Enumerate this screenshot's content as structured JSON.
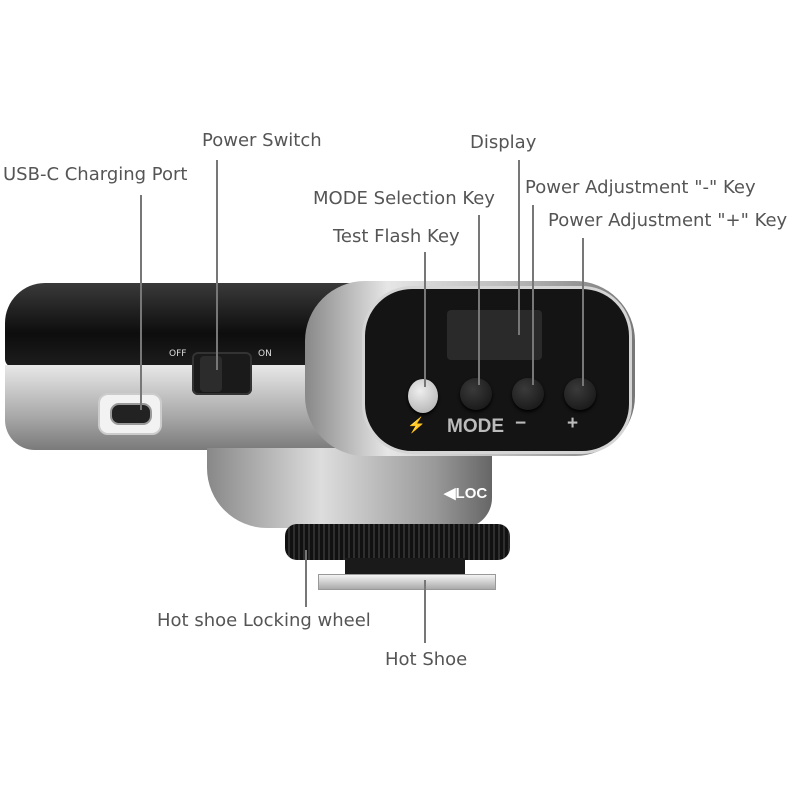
{
  "labels": {
    "usb_c": "USB-C Charging Port",
    "power_switch": "Power Switch",
    "display": "Display",
    "mode_key": "MODE Selection Key",
    "power_minus": "Power Adjustment \"-\" Key",
    "test_flash": "Test Flash Key",
    "power_plus": "Power Adjustment \"+\" Key",
    "locking_wheel": "Hot shoe Locking wheel",
    "hot_shoe": "Hot Shoe"
  },
  "device": {
    "switch_off": "OFF",
    "switch_on": "ON",
    "mode_text": "MODE",
    "minus_text": "−",
    "plus_text": "+",
    "flash_icon": "⚡",
    "lock_text": "◀LOC"
  }
}
